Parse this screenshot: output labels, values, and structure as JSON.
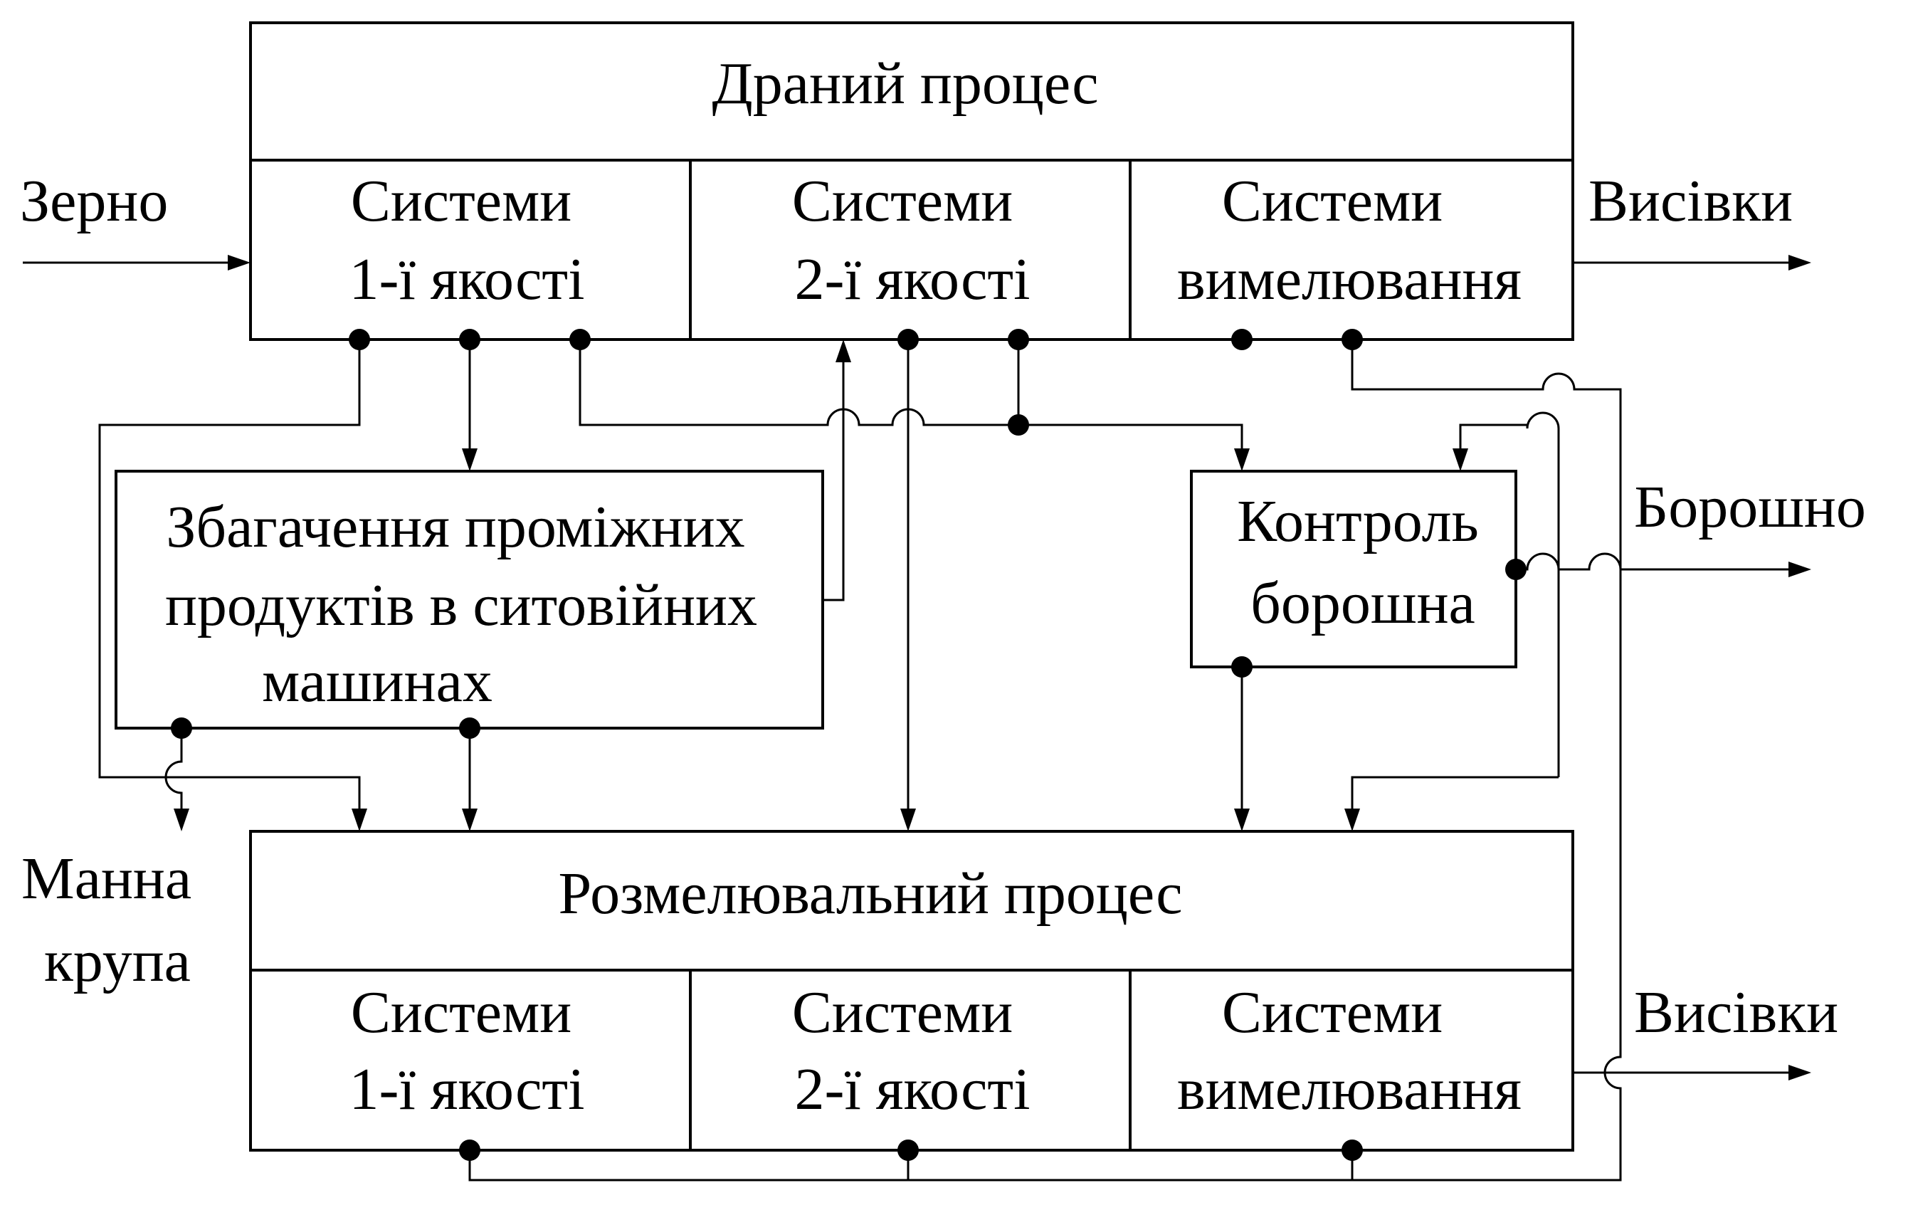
{
  "inputs": {
    "grain": "Зерно"
  },
  "outputs": {
    "bran_top": "Висівки",
    "flour": "Борошно",
    "semolina_line1": "Манна",
    "semolina_line2": "крупа",
    "bran_bottom": "Висівки"
  },
  "break_process": {
    "title": "Драний процес",
    "col1_line1": "Системи",
    "col1_line2": "1-ї якості",
    "col2_line1": "Системи",
    "col2_line2": "2-ї якості",
    "col3_line1": "Системи",
    "col3_line2": "вимелювання"
  },
  "purification": {
    "line1": "Збагачення проміжних",
    "line2": "продуктів в ситовійних",
    "line3": "машинах"
  },
  "flour_control": {
    "line1": "Контроль",
    "line2": "борошна"
  },
  "reduction_process": {
    "title": "Розмелювальний процес",
    "col1_line1": "Системи",
    "col1_line2": "1-ї якості",
    "col2_line1": "Системи",
    "col2_line2": "2-ї якості",
    "col3_line1": "Системи",
    "col3_line2": "вимелювання"
  }
}
